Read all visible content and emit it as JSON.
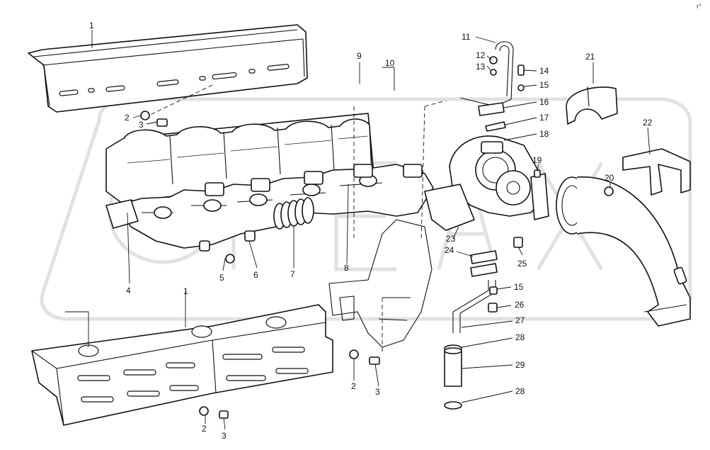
{
  "corner_mark": "r°",
  "callouts": [
    {
      "id": "c1a",
      "text": "1"
    },
    {
      "id": "c1b",
      "text": "1"
    },
    {
      "id": "c2a",
      "text": "2"
    },
    {
      "id": "c2b",
      "text": "2"
    },
    {
      "id": "c2c",
      "text": "2"
    },
    {
      "id": "c3a",
      "text": "3"
    },
    {
      "id": "c3b",
      "text": "3"
    },
    {
      "id": "c3c",
      "text": "3"
    },
    {
      "id": "c4",
      "text": "4"
    },
    {
      "id": "c5",
      "text": "5"
    },
    {
      "id": "c6",
      "text": "6"
    },
    {
      "id": "c7",
      "text": "7"
    },
    {
      "id": "c8",
      "text": "8"
    },
    {
      "id": "c9",
      "text": "9"
    },
    {
      "id": "c10",
      "text": "10"
    },
    {
      "id": "c11",
      "text": "11"
    },
    {
      "id": "c12",
      "text": "12"
    },
    {
      "id": "c13",
      "text": "13"
    },
    {
      "id": "c14",
      "text": "14"
    },
    {
      "id": "c15a",
      "text": "15"
    },
    {
      "id": "c15b",
      "text": "15"
    },
    {
      "id": "c16",
      "text": "16"
    },
    {
      "id": "c17",
      "text": "17"
    },
    {
      "id": "c18",
      "text": "18"
    },
    {
      "id": "c19",
      "text": "19"
    },
    {
      "id": "c20",
      "text": "20"
    },
    {
      "id": "c21",
      "text": "21"
    },
    {
      "id": "c22",
      "text": "22"
    },
    {
      "id": "c23",
      "text": "23"
    },
    {
      "id": "c24",
      "text": "24"
    },
    {
      "id": "c25",
      "text": "25"
    },
    {
      "id": "c26",
      "text": "26"
    },
    {
      "id": "c27",
      "text": "27"
    },
    {
      "id": "c28a",
      "text": "28"
    },
    {
      "id": "c28b",
      "text": "28"
    },
    {
      "id": "c29",
      "text": "29"
    }
  ]
}
